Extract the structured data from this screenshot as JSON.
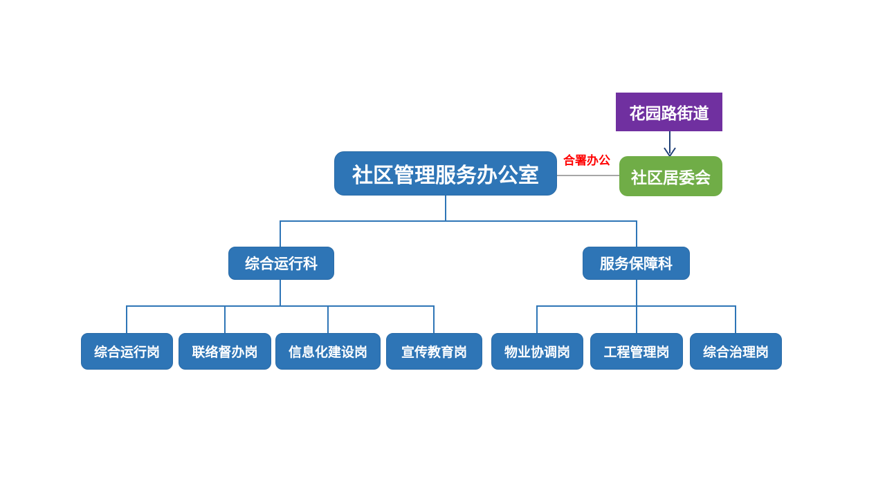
{
  "colors": {
    "box_blue": "#2E75B6",
    "box_purple": "#7030A0",
    "box_green": "#70AD47",
    "annotation_red": "#FF0000",
    "connector_blue": "#2E75B6",
    "joint_line_gray": "#A6A6A6",
    "arrow_navy": "#1F3F77",
    "background": "#FFFFFF"
  },
  "org": {
    "street": {
      "label": "花园路街道"
    },
    "committee": {
      "label": "社区居委会"
    },
    "office": {
      "label": "社区管理服务办公室"
    },
    "joint_office_label": "合署办公",
    "departments": [
      {
        "label": "综合运行科",
        "posts": [
          {
            "label": "综合运行岗"
          },
          {
            "label": "联络督办岗"
          },
          {
            "label": "信息化建设岗"
          },
          {
            "label": "宣传教育岗"
          }
        ]
      },
      {
        "label": "服务保障科",
        "posts": [
          {
            "label": "物业协调岗"
          },
          {
            "label": "工程管理岗"
          },
          {
            "label": "综合治理岗"
          }
        ]
      }
    ]
  }
}
